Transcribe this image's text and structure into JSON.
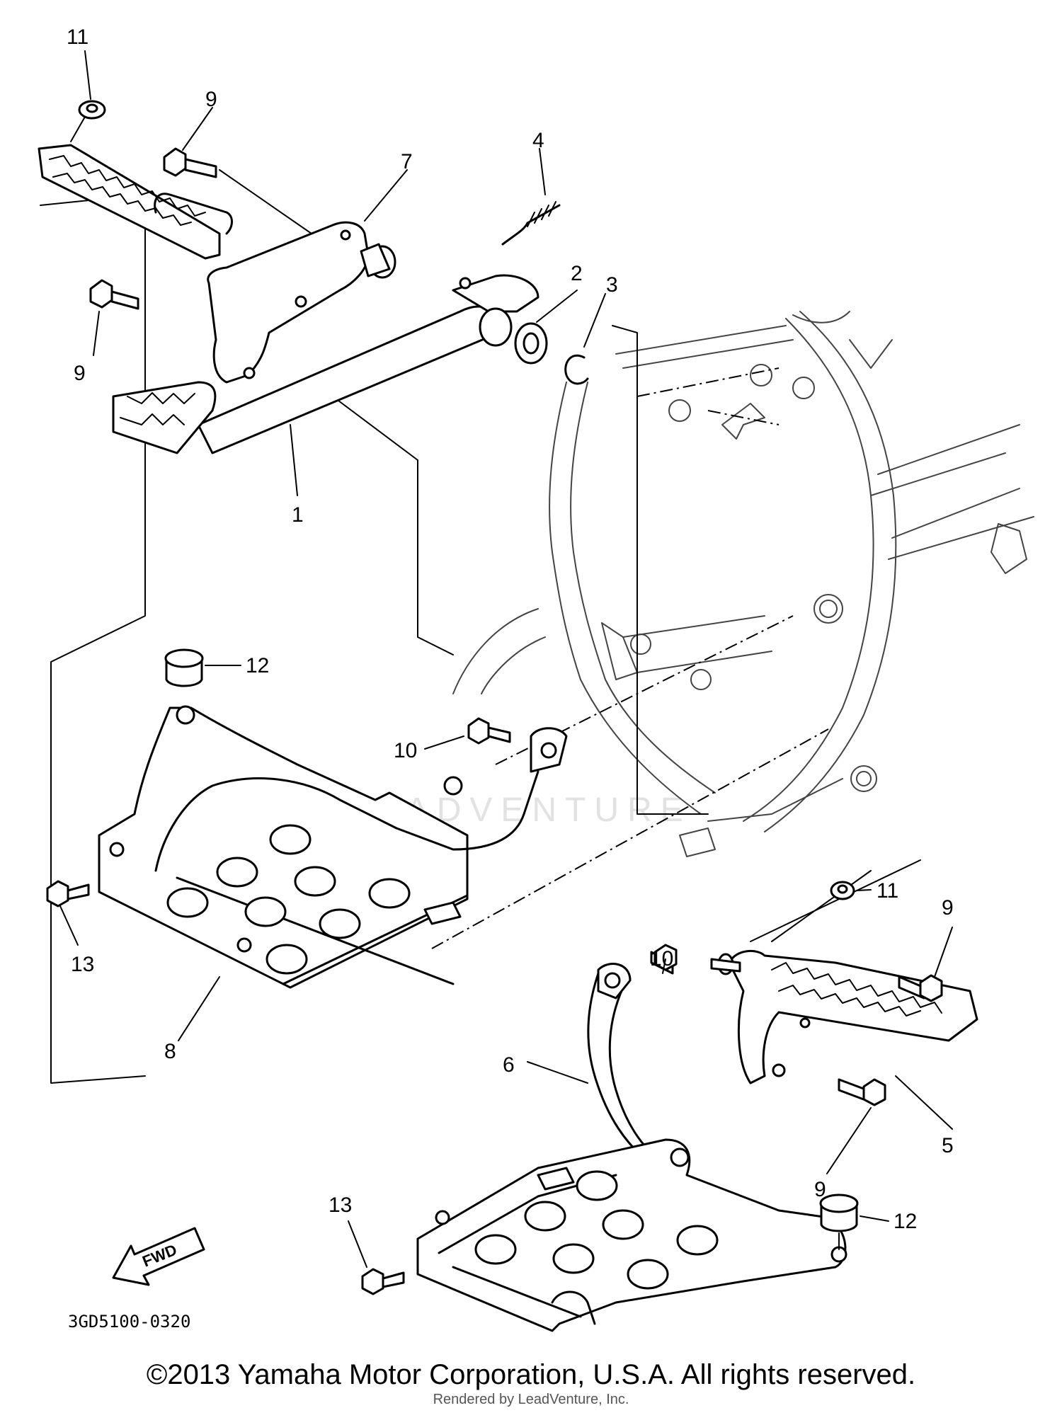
{
  "callouts": {
    "c1": "1",
    "c2": "2",
    "c3": "3",
    "c4": "4",
    "c5": "5",
    "c6": "6",
    "c7": "7",
    "c8": "8",
    "c9a": "9",
    "c9b": "9",
    "c9c": "9",
    "c9d": "9",
    "c10a": "10",
    "c10b": "10",
    "c11a": "11",
    "c11b": "11",
    "c12a": "12",
    "c12b": "12",
    "c13a": "13",
    "c13b": "13"
  },
  "direction_label": "FWD",
  "diagram_number": "3GD5100-0320",
  "watermark": "LEADVENTURE",
  "copyright": "©2013 Yamaha Motor Corporation, U.S.A. All rights reserved.",
  "rendered_by": "Rendered by LeadVenture, Inc."
}
